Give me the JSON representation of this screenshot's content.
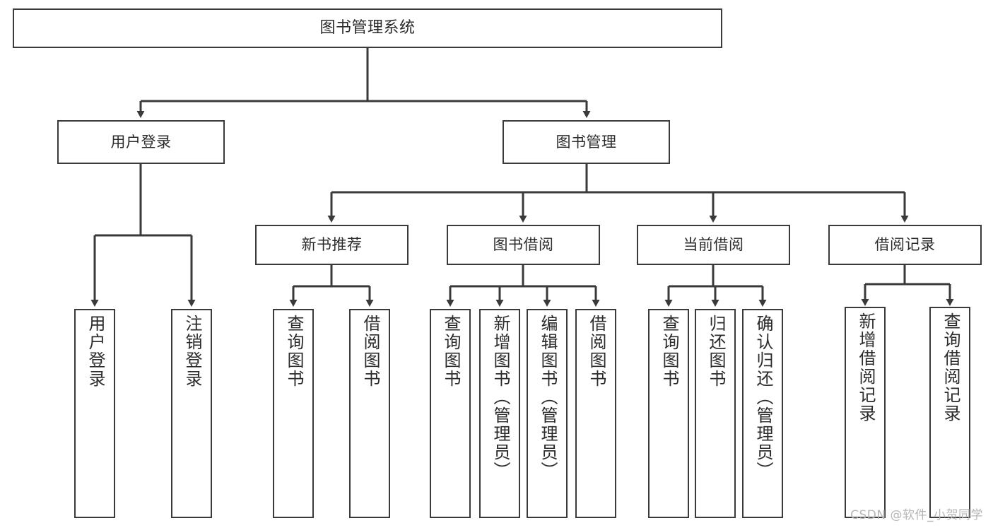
{
  "diagram": {
    "title": "图书管理系统",
    "root": {
      "label": "图书管理系统"
    },
    "level2": [
      {
        "label": "用户登录"
      },
      {
        "label": "图书管理"
      }
    ],
    "level3": [
      {
        "label": "新书推荐"
      },
      {
        "label": "图书借阅"
      },
      {
        "label": "当前借阅"
      },
      {
        "label": "借阅记录"
      }
    ],
    "leaves": [
      {
        "label": "用户登录"
      },
      {
        "label": "注销登录"
      },
      {
        "label": "查询图书"
      },
      {
        "label": "借阅图书"
      },
      {
        "label": "查询图书"
      },
      {
        "label": "新增图书（管理员）"
      },
      {
        "label": "编辑图书（管理员）"
      },
      {
        "label": "借阅图书"
      },
      {
        "label": "查询图书"
      },
      {
        "label": "归还图书"
      },
      {
        "label": "确认归还（管理员）"
      },
      {
        "label": "新增借阅记录"
      },
      {
        "label": "查询借阅记录"
      }
    ],
    "watermark": "CSDN @软件_小贺同学",
    "colors": {
      "stroke": "#3a3a3a",
      "text": "#2b2b2b",
      "background": "#ffffff",
      "watermark": "#b6b6b6"
    }
  }
}
